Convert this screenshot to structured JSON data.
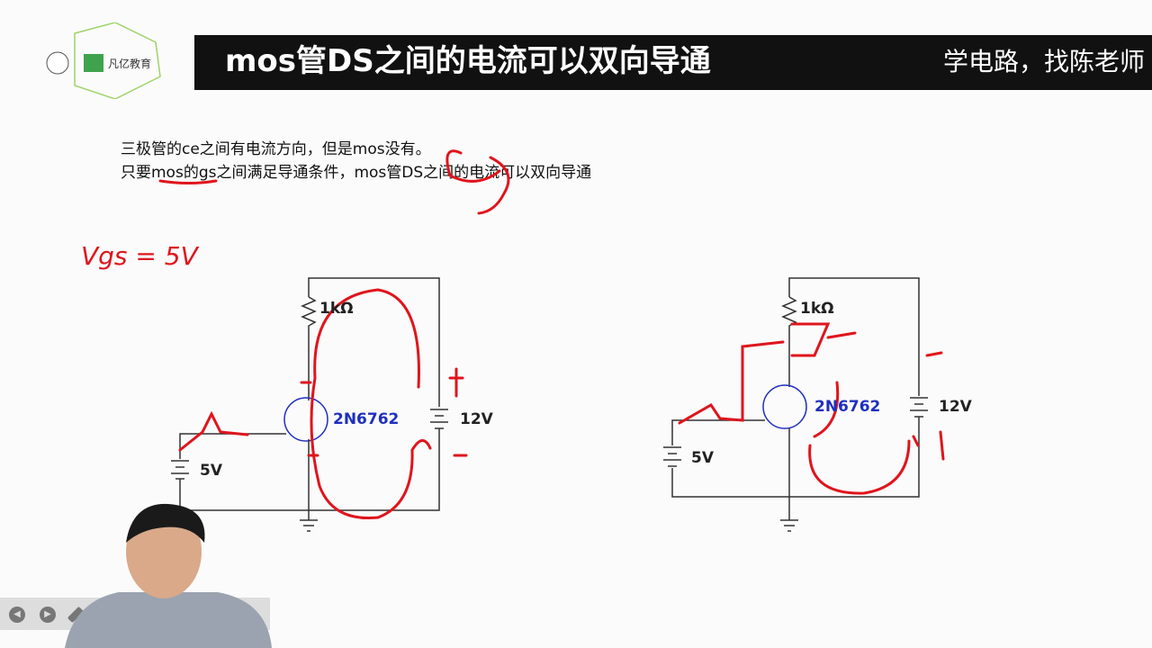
{
  "header": {
    "title": "mos管DS之间的电流可以双向导通",
    "slogan": "学电路，找陈老师",
    "logo_text": "凡亿教育"
  },
  "body": {
    "line1": "三极管的ce之间有电流方向，但是mos没有。",
    "line2": "只要mos的gs之间满足导通条件，mos管DS之间的电流可以双向导通"
  },
  "annotation": {
    "vgs": "Vgs = 5V"
  },
  "left_circuit": {
    "resistor": "1kΩ",
    "mosfet": "2N6762",
    "battery_main": "12V",
    "battery_gate": "5V"
  },
  "right_circuit": {
    "resistor": "1kΩ",
    "mosfet": "2N6762",
    "battery_main": "12V",
    "battery_gate": "5V"
  },
  "player": {
    "icons": [
      "prev-icon",
      "next-icon",
      "pen-icon"
    ]
  },
  "colors": {
    "ink": "#e0141c",
    "mosfet_label": "#1f2fbf",
    "titlebar": "#111111"
  }
}
